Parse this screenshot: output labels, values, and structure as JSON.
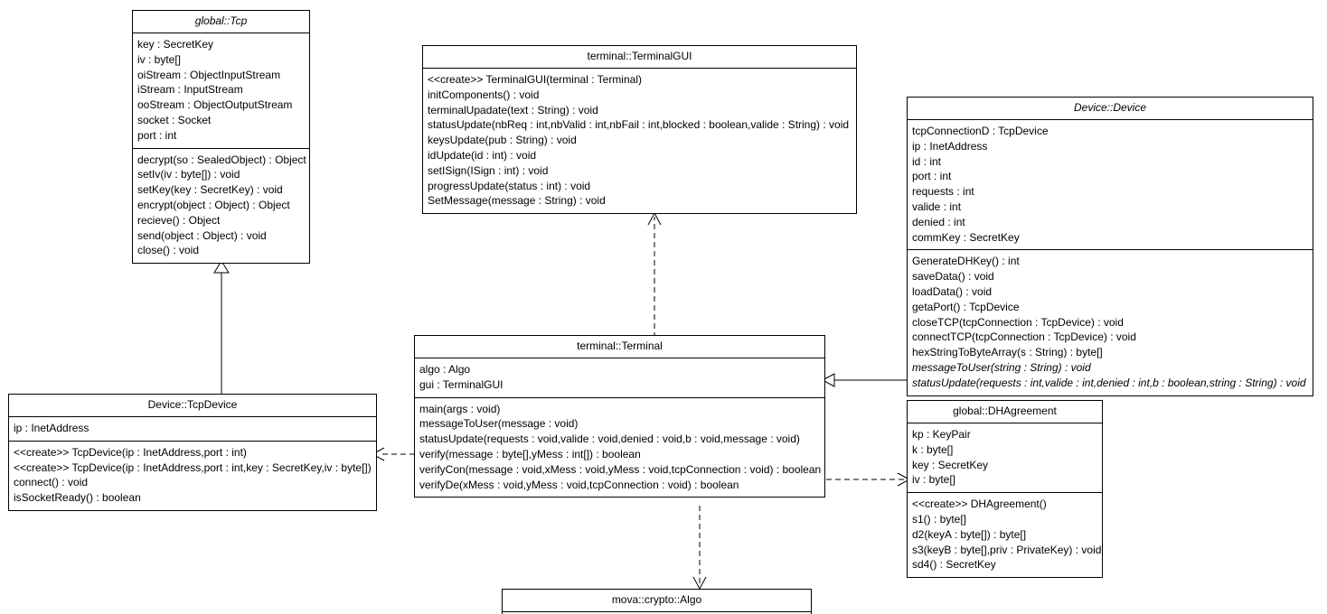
{
  "diagram": {
    "type": "uml-class-diagram",
    "title": "UML Class Diagram"
  },
  "classes": [
    {
      "id": "tcp",
      "title": "global::Tcp",
      "abstract": true,
      "attributes": [
        "key : SecretKey",
        "iv : byte[]",
        "oiStream : ObjectInputStream",
        "iStream : InputStream",
        "ooStream : ObjectOutputStream",
        "socket : Socket",
        "port : int"
      ],
      "operations": [
        "decrypt(so : SealedObject) : Object",
        "setIv(iv : byte[]) : void",
        "setKey(key : SecretKey) : void",
        "encrypt(object : Object) : Object",
        "recieve() : Object",
        "send(object : Object) : void",
        "close() : void"
      ]
    },
    {
      "id": "terminalgui",
      "title": "terminal::TerminalGUI",
      "abstract": false,
      "attributes": [],
      "operations": [
        "<<create>> TerminalGUI(terminal : Terminal)",
        "initComponents() : void",
        "terminalUpadate(text : String) : void",
        "statusUpdate(nbReq : int,nbValid : int,nbFail : int,blocked : boolean,valide : String) : void",
        "keysUpdate(pub : String) : void",
        "idUpdate(id : int) : void",
        "setISign(ISign : int) : void",
        "progressUpdate(status : int) : void",
        "SetMessage(message : String) : void"
      ]
    },
    {
      "id": "device",
      "title": "Device::Device",
      "abstract": true,
      "attributes": [
        "tcpConnectionD : TcpDevice",
        "ip : InetAddress",
        "id : int",
        "port : int",
        "requests : int",
        "valide : int",
        "denied : int",
        "commKey : SecretKey"
      ],
      "operations": [
        "GenerateDHKey() : int",
        "saveData() : void",
        "loadData() : void",
        "getaPort() : TcpDevice",
        "closeTCP(tcpConnection : TcpDevice) : void",
        "connectTCP(tcpConnection : TcpDevice) : void",
        "hexStringToByteArray(s : String) : byte[]",
        "messageToUser(string : String) : void",
        "statusUpdate(requests : int,valide : int,denied : int,b : boolean,string : String) : void"
      ],
      "abstract_operations": [
        "messageToUser(string : String) : void",
        "statusUpdate(requests : int,valide : int,denied : int,b : boolean,string : String) : void"
      ]
    },
    {
      "id": "terminal",
      "title": "terminal::Terminal",
      "abstract": false,
      "attributes": [
        "algo : Algo",
        "gui : TerminalGUI"
      ],
      "operations": [
        "main(args : void)",
        "messageToUser(message : void)",
        "statusUpdate(requests : void,valide : void,denied : void,b : void,message : void)",
        "verify(message : byte[],yMess : int[]) : boolean",
        "verifyCon(message : void,xMess : void,yMess : void,tcpConnection : void) : boolean",
        "verifyDe(xMess : void,yMess : void,tcpConnection : void) : boolean"
      ]
    },
    {
      "id": "tcpdevice",
      "title": "Device::TcpDevice",
      "abstract": false,
      "attributes": [
        "ip : InetAddress"
      ],
      "operations": [
        "<<create>> TcpDevice(ip : InetAddress,port : int)",
        "<<create>> TcpDevice(ip : InetAddress,port : int,key : SecretKey,iv : byte[])",
        "connect() : void",
        "isSocketReady() : boolean"
      ]
    },
    {
      "id": "dhagreement",
      "title": "global::DHAgreement",
      "abstract": false,
      "attributes": [
        "kp : KeyPair",
        "k : byte[]",
        "key : SecretKey",
        "iv : byte[]"
      ],
      "operations": [
        "<<create>> DHAgreement()",
        "s1() : byte[]",
        "d2(keyA : byte[]) : byte[]",
        "s3(keyB : byte[],priv : PrivateKey) : void",
        "sd4() : SecretKey"
      ]
    },
    {
      "id": "algo",
      "title": "mova::crypto::Algo",
      "abstract": false,
      "attributes": [],
      "operations": []
    }
  ],
  "relations": [
    {
      "id": "tcpdevice-to-tcp",
      "from": "tcpdevice",
      "to": "tcp",
      "kind": "generalization",
      "line": "solid",
      "arrow": "hollow-triangle"
    },
    {
      "id": "terminal-to-terminalgui",
      "from": "terminal",
      "to": "terminalgui",
      "kind": "dependency",
      "line": "dashed",
      "arrow": "open"
    },
    {
      "id": "device-to-terminal",
      "from": "device",
      "to": "terminal",
      "kind": "generalization",
      "line": "solid",
      "arrow": "hollow-triangle"
    },
    {
      "id": "terminal-to-tcpdevice",
      "from": "terminal",
      "to": "tcpdevice",
      "kind": "dependency",
      "line": "dashed",
      "arrow": "open"
    },
    {
      "id": "terminal-to-dhagreement",
      "from": "terminal",
      "to": "dhagreement",
      "kind": "dependency",
      "line": "dashed",
      "arrow": "open"
    },
    {
      "id": "terminal-to-algo",
      "from": "terminal",
      "to": "algo",
      "kind": "dependency",
      "line": "dashed",
      "arrow": "open"
    }
  ],
  "colors": {
    "stroke": "#000000",
    "fill": "#ffffff",
    "text": "#000000"
  }
}
